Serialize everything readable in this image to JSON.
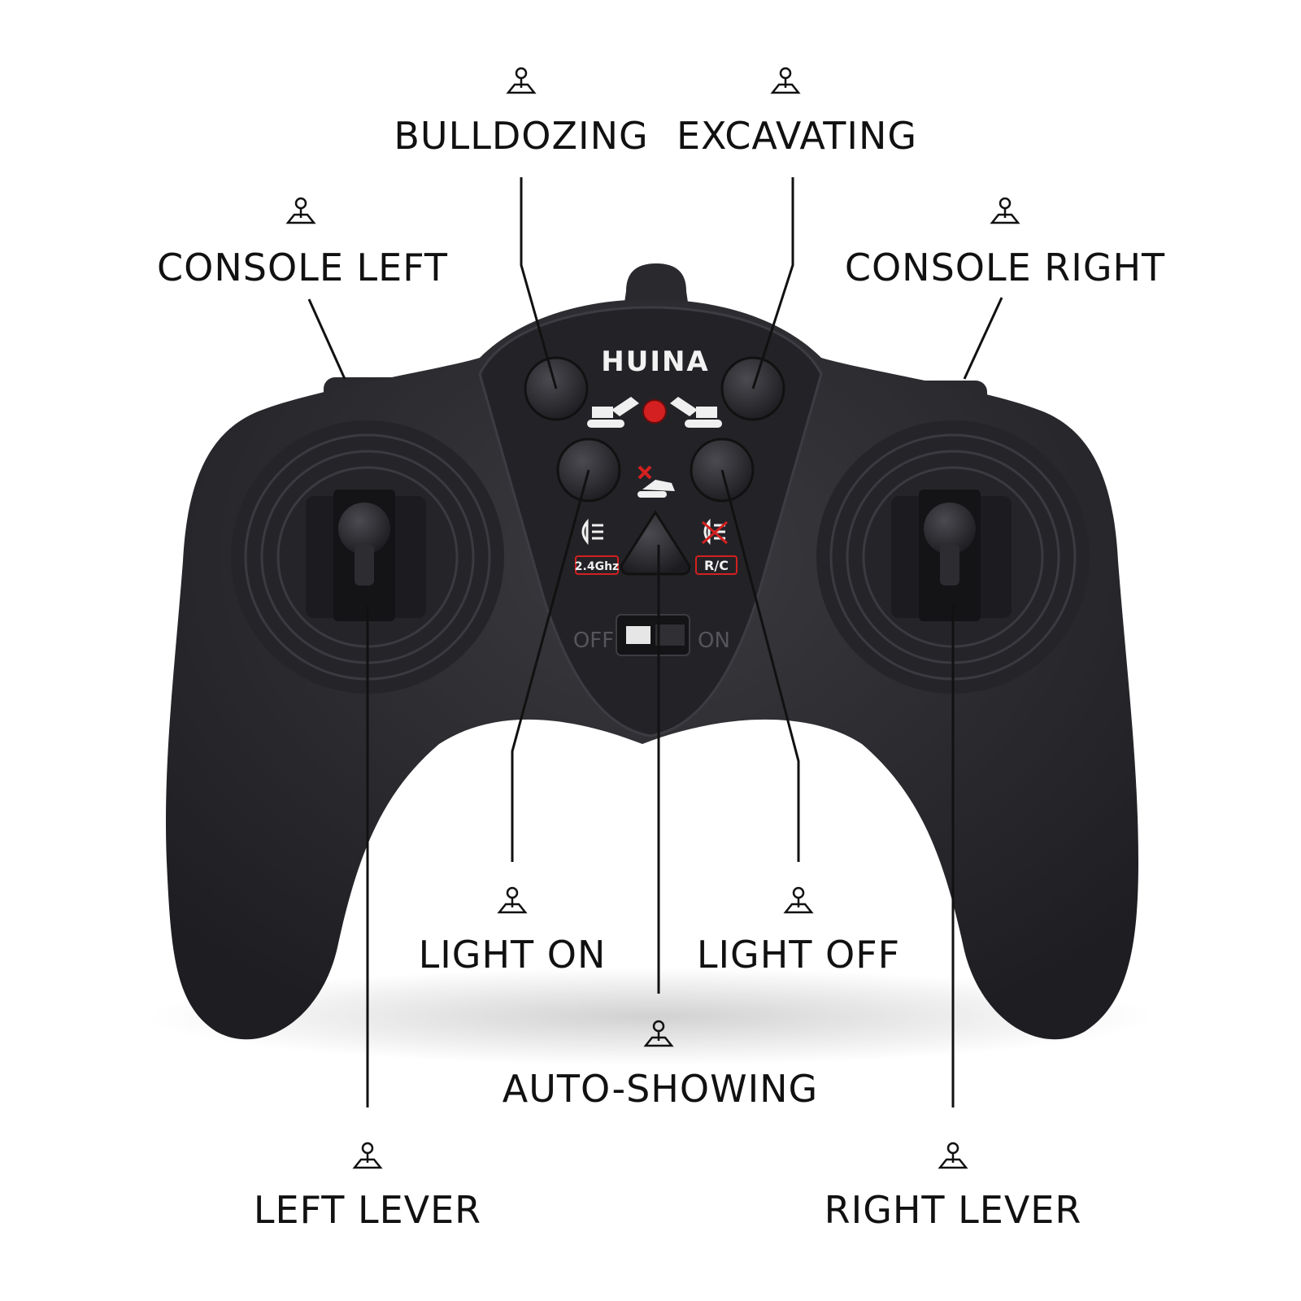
{
  "controller": {
    "brand": "HUINA",
    "badge_left": "2.4Ghz",
    "badge_right": "R/C",
    "switch_off": "OFF",
    "switch_on": "ON"
  },
  "callouts": {
    "bulldozing": "BULLDOZING",
    "excavating": "EXCAVATING",
    "console_left": "CONSOLE LEFT",
    "console_right": "CONSOLE RIGHT",
    "light_on": "LIGHT ON",
    "light_off": "LIGHT OFF",
    "auto_showing": "AUTO-SHOWING",
    "left_lever": "LEFT LEVER",
    "right_lever": "RIGHT LEVER"
  },
  "colors": {
    "body": "#2b2b2f",
    "accent_red": "#d42020",
    "line": "#111111"
  }
}
